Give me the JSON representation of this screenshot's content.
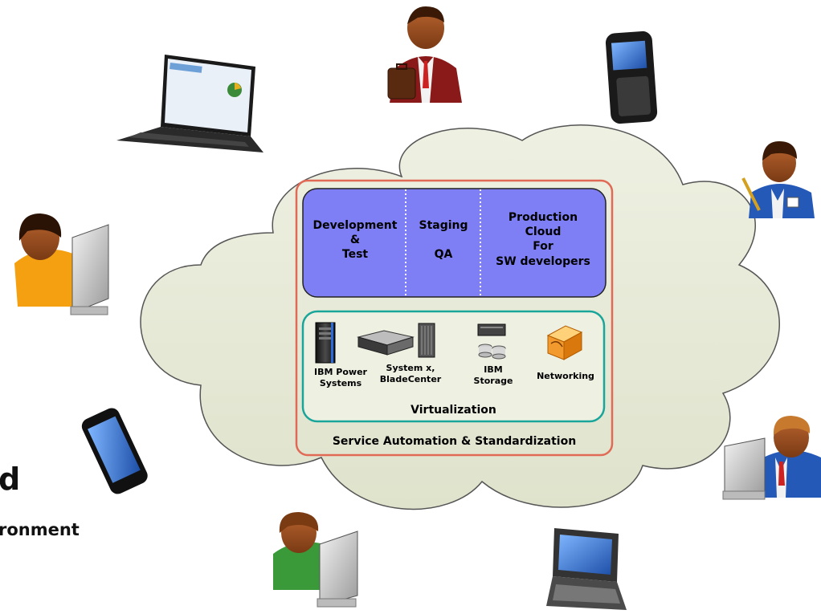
{
  "diagram": {
    "tiers": [
      {
        "label": "Development\n&\nTest"
      },
      {
        "label": "Staging\n\nQA"
      },
      {
        "label": "Production\nCloud\nFor\nSW developers"
      }
    ],
    "hardware": [
      {
        "label": "IBM Power\nSystems",
        "icon": "server-rack-icon"
      },
      {
        "label": "System x,\nBladeCenter",
        "icon": "blade-server-icon"
      },
      {
        "label": "IBM\nStorage",
        "icon": "storage-icon"
      },
      {
        "label": "Networking",
        "icon": "network-switch-icon"
      }
    ],
    "virtualization_label": "Virtualization",
    "footer_label": "Service Automation & Standardization",
    "side_title": "d",
    "side_subtitle": "ronment",
    "clients": [
      {
        "icon": "laptop-icon"
      },
      {
        "icon": "businessman-briefcase-icon"
      },
      {
        "icon": "smartphone-icon"
      },
      {
        "icon": "user-pen-icon"
      },
      {
        "icon": "user-at-monitor-icon"
      },
      {
        "icon": "touch-phone-icon"
      },
      {
        "icon": "user-at-monitor-icon"
      },
      {
        "icon": "user-at-monitor-icon"
      },
      {
        "icon": "handheld-device-icon"
      }
    ],
    "colors": {
      "cloud_fill": "#e7ead8",
      "cloud_stroke": "#555555",
      "tier_box": "#7f7ff5",
      "outer_border": "#e06a55",
      "virtualization_border": "#19a59a",
      "networking_orange": "#f29a2e"
    }
  }
}
